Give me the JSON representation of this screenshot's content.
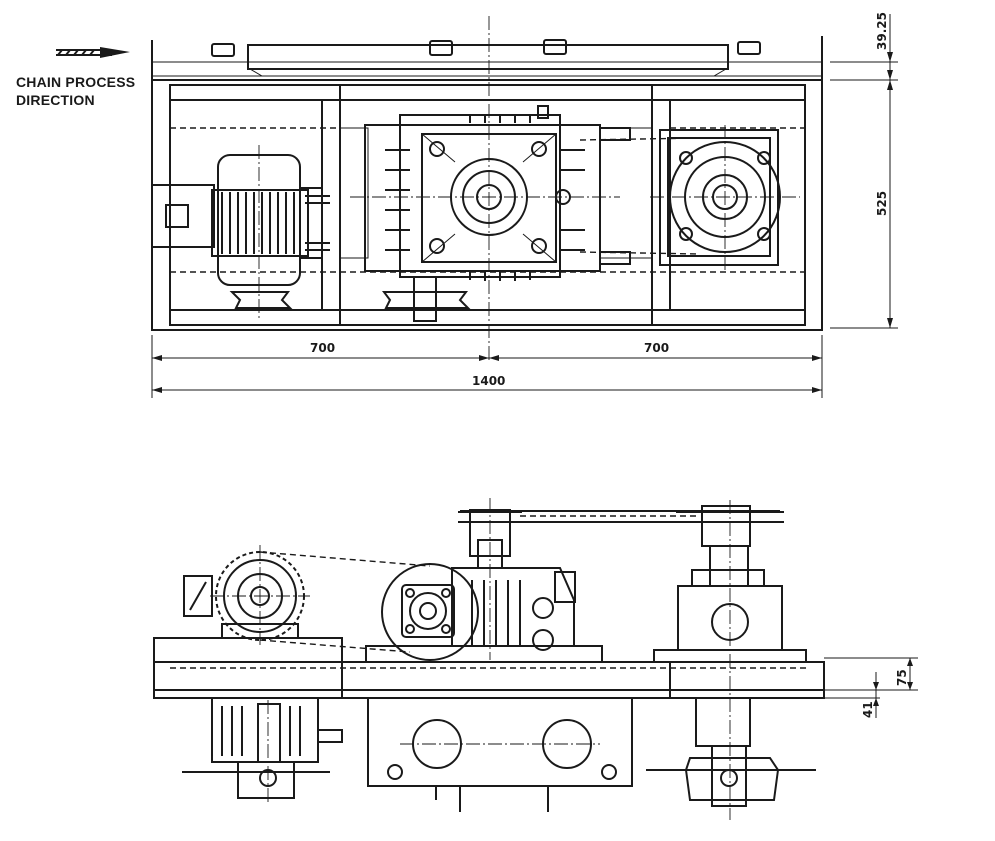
{
  "labels": {
    "chain_process_line1": "CHAIN PROCESS",
    "chain_process_line2": "DIRECTION"
  },
  "dimensions": {
    "top_offset": "39.25",
    "depth": "525",
    "left_half": "700",
    "right_half": "700",
    "total_length": "1400",
    "side_height": "75",
    "side_small": "41"
  },
  "colors": {
    "ink": "#1a1a1a",
    "paper": "#ffffff"
  }
}
